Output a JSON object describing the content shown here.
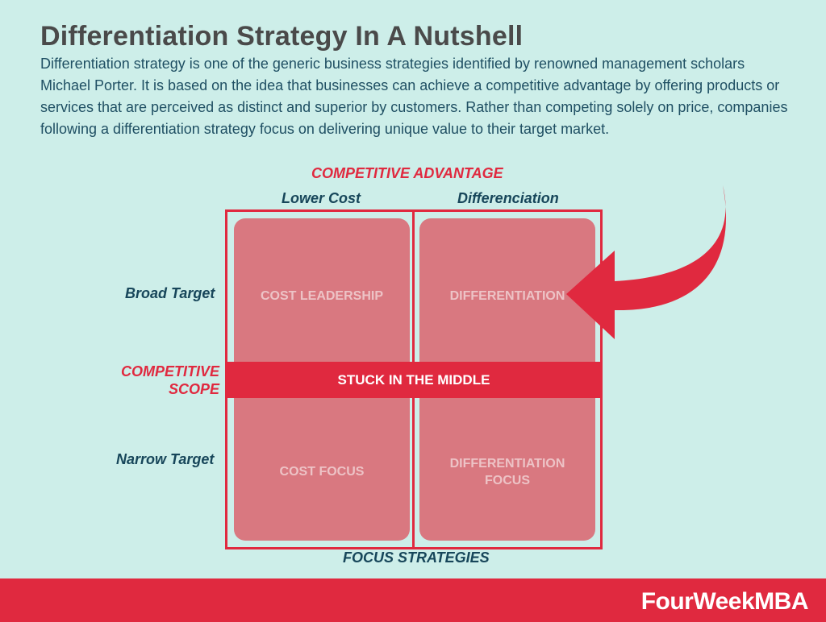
{
  "header": {
    "title": "Differentiation Strategy In A Nutshell",
    "description": "Differentiation strategy is one of the generic business strategies identified by renowned management scholars Michael Porter. It is based on the idea that businesses can achieve a competitive advantage by offering products or services that are perceived as distinct and superior by customers. Rather than competing solely on price, companies following a differentiation strategy focus on delivering unique value to their target market."
  },
  "matrix": {
    "top_axis_title": "COMPETITIVE ADVANTAGE",
    "col_left": "Lower Cost",
    "col_right": "Differenciation",
    "row_top": "Broad Target",
    "side_axis_title_line1": "COMPETITIVE",
    "side_axis_title_line2": "SCOPE",
    "row_bottom": "Narrow Target",
    "cell_top_left": "COST LEADERSHIP",
    "cell_top_right": "DIFFERENTIATION",
    "cell_bottom_left": "COST FOCUS",
    "cell_bottom_right_line1": "DIFFERENTIATION",
    "cell_bottom_right_line2": "FOCUS",
    "middle_band": "STUCK IN THE MIDDLE",
    "bottom_axis_title": "FOCUS STRATEGIES"
  },
  "footer": {
    "brand": "FourWeekMBA"
  },
  "colors": {
    "background": "#cdeee9",
    "accent_red": "#e0293f",
    "cell_fill": "#d97880",
    "teal_text": "#17465a",
    "title_gray": "#4a4a4a"
  }
}
